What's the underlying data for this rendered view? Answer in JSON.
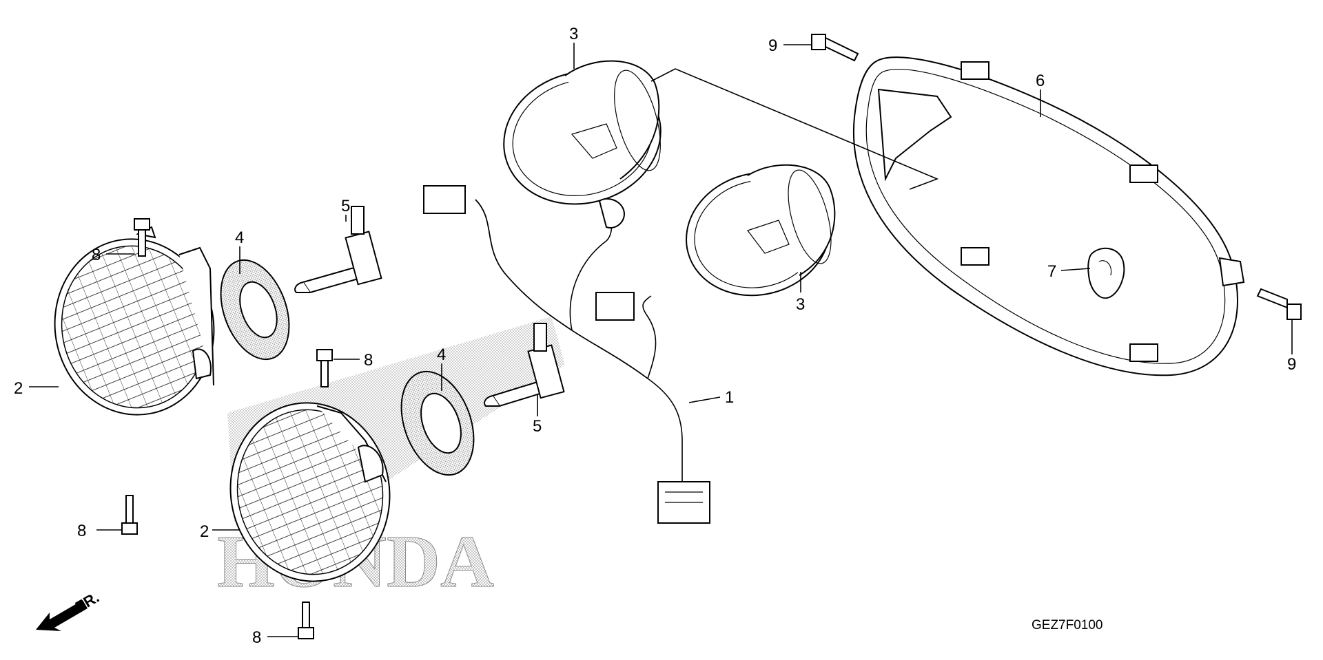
{
  "diagram": {
    "drawing_code": "GEZ7F0100",
    "front_indicator": "FR.",
    "watermark": "HONDA",
    "callouts": {
      "wire_harness": "1",
      "headlight_unit_left": "2",
      "headlight_unit_right": "2",
      "headlight_case_top": "3",
      "headlight_case_bottom": "3",
      "dust_cover_left": "4",
      "dust_cover_right": "4",
      "bulb_left": "5",
      "bulb_right": "5",
      "headlight_rim": "6",
      "bulb_socket": "7",
      "bolt_left_top": "8",
      "bolt_left_bottom": "8",
      "bolt_right_top": "8",
      "bolt_right_bottom": "8",
      "screw_top": "9",
      "screw_right": "9"
    }
  }
}
